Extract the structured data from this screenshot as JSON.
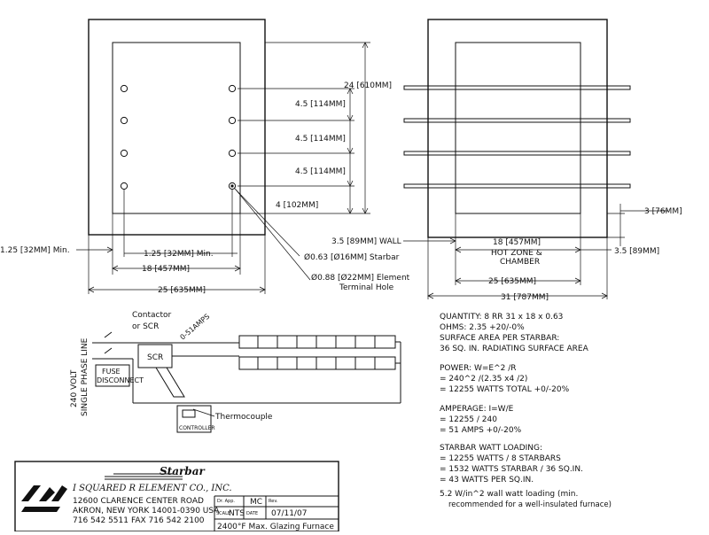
{
  "front_view": {
    "dim_24": "24 [610MM]",
    "dim_45_a": "4.5 [114MM]",
    "dim_45_b": "4.5 [114MM]",
    "dim_45_c": "4.5 [114MM]",
    "dim_4": "4 [102MM]",
    "dim_125_outer": "1.25 [32MM] Min.",
    "dim_125_inner": "1.25 [32MM] Min.",
    "dim_18": "18 [457MM]",
    "dim_25": "25 [635MM]",
    "callout_starbar": "Ø0.63 [Ø16MM] Starbar",
    "callout_hole_1": "Ø0.88 [Ø22MM] Element",
    "callout_hole_2": "Terminal Hole"
  },
  "side_view": {
    "dim_3": "3 [76MM]",
    "dim_35_wall": "3.5 [89MM] WALL",
    "dim_18": "18 [457MM]",
    "hot_zone_1": "HOT ZONE &",
    "hot_zone_2": "CHAMBER",
    "dim_35_right": "3.5 [89MM]",
    "dim_25": "25 [635MM]",
    "dim_31": "31 [787MM]"
  },
  "schematic": {
    "contactor": "Contactor",
    "or_scr": "or SCR",
    "amps": "0-51AMPS",
    "scr": "SCR",
    "fuse_1": "FUSE",
    "fuse_2": "DISCONNECT",
    "supply_1": "240 VOLT",
    "supply_2": "SINGLE PHASE LINE",
    "thermocouple": "Thermocouple",
    "controller": "CONTROLLER"
  },
  "specs": {
    "lines": [
      "QUANTITY: 8 RR 31 x 18 x 0.63",
      "OHMS: 2.35 +20/-0%",
      "SURFACE AREA PER STARBAR:",
      "36 SQ. IN. RADIATING SURFACE AREA",
      "POWER: W=E^2 /R",
      "= 240^2 /(2.35 x4 /2)",
      "= 12255 WATTS TOTAL +0/-20%",
      "AMPERAGE: I=W/E",
      "= 12255 / 240",
      "= 51 AMPS +0/-20%",
      "STARBAR WATT LOADING:",
      "= 12255 WATTS / 8 STARBARS",
      "= 1532 WATTS STARBAR / 36 SQ.IN.",
      "= 43 WATTS PER SQ.IN.",
      "5.2 W/in^2 wall watt loading (min.",
      "recommended for a well-insulated furnace)"
    ]
  },
  "title_block": {
    "brand": "Starbar",
    "company": "I SQUARED R ELEMENT CO., INC.",
    "address_1": "12600 CLARENCE CENTER ROAD",
    "address_2": "AKRON, NEW YORK 14001-0390 USA",
    "phone": "716 542 5511",
    "fax": "FAX 716 542 2100",
    "dr_label": "Dr. App.",
    "dr_value": "MC",
    "rev_label": "Rev.",
    "scale_label": "SCALE",
    "scale_value": "NTS",
    "date_label": "DATE",
    "date_value": "07/11/07",
    "drawing_title": "2400°F Max. Glazing Furnace"
  }
}
